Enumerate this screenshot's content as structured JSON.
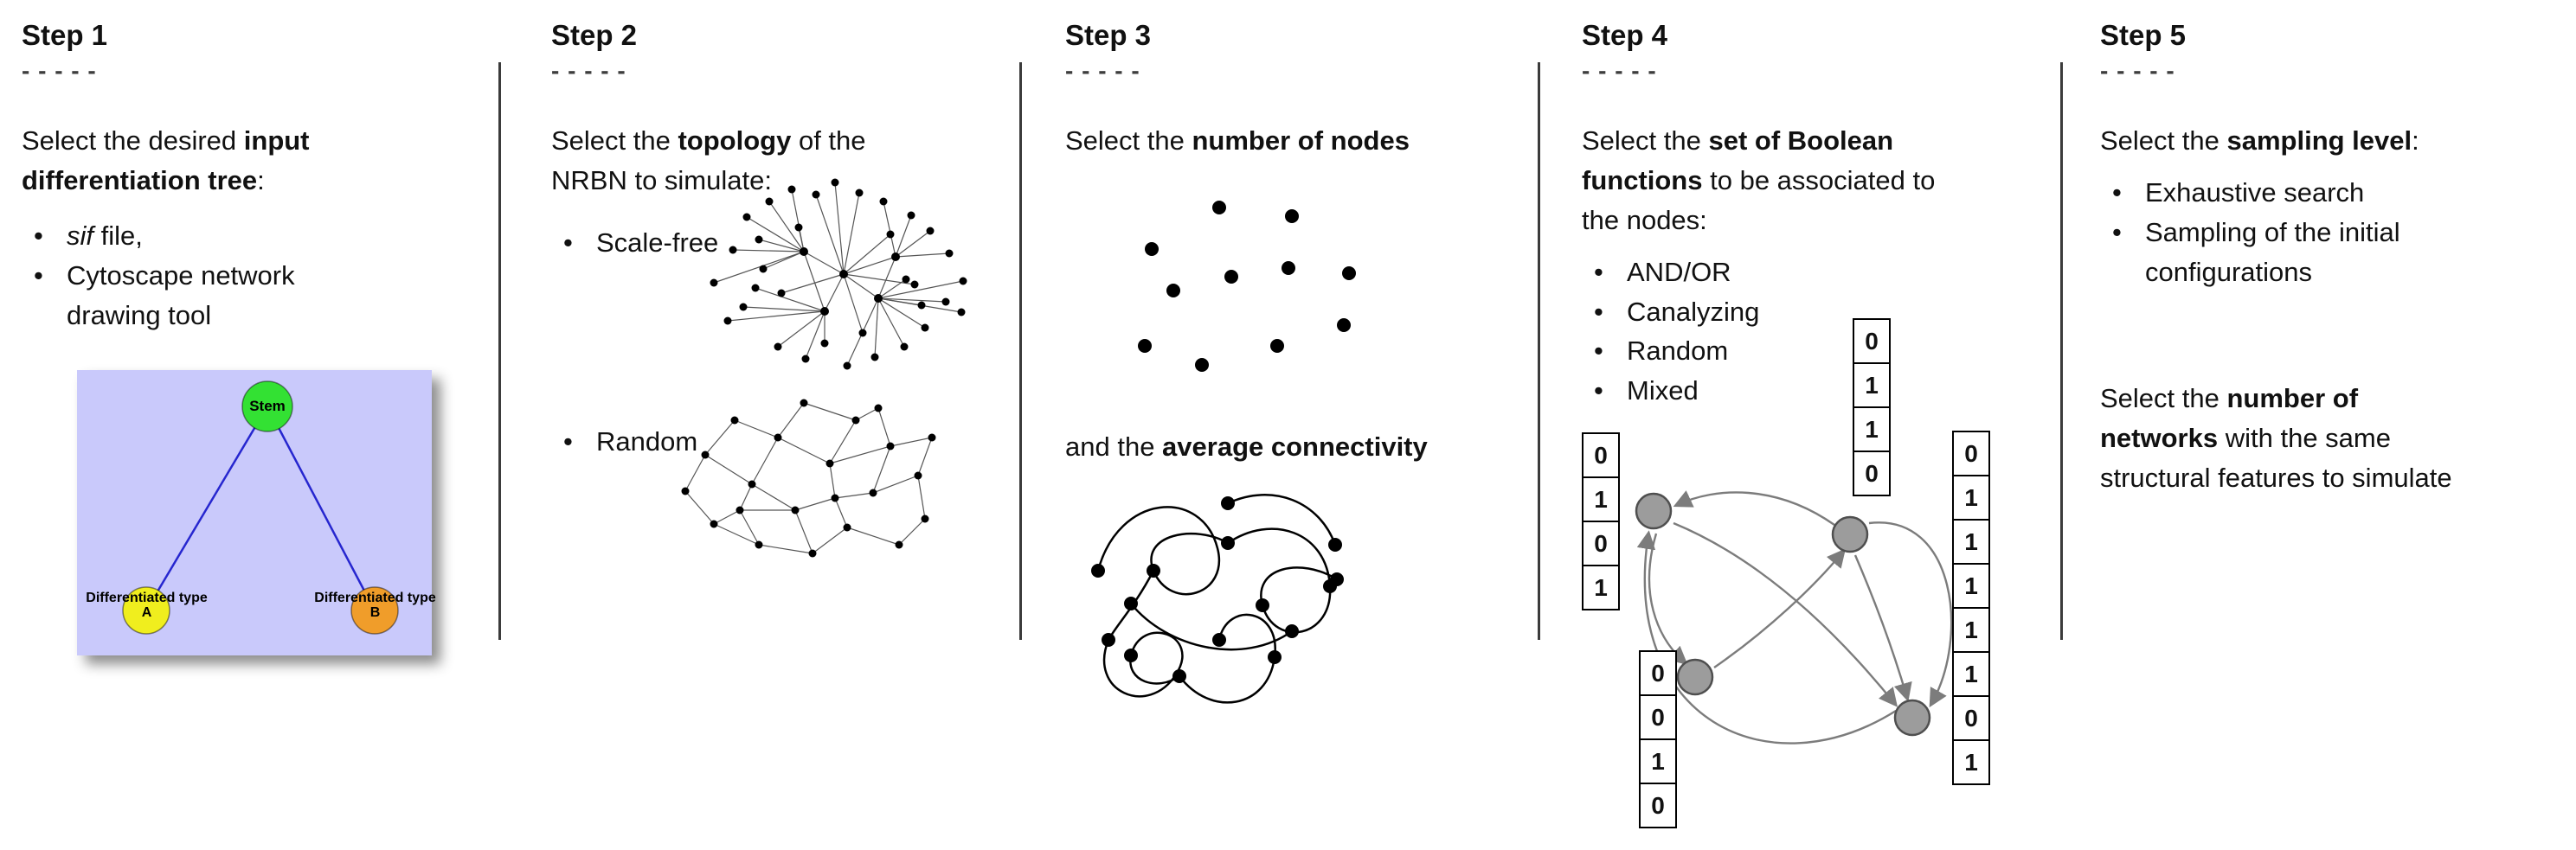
{
  "steps": [
    {
      "title": "Step 1",
      "dashes": "- - - - -",
      "para1": {
        "l1": [
          {
            "text": "Select the desired "
          },
          {
            "text": "input"
          }
        ],
        "l2": [
          {
            "text": "differentiation tree"
          },
          {
            "text": ":"
          }
        ]
      },
      "bullets": [
        {
          "italic": "sif",
          "rest": " file,"
        },
        {
          "text": "Cytoscape network drawing tool"
        }
      ],
      "tree": {
        "stem_label": "Stem",
        "type_a_label": "Differentiated type A",
        "type_b_label": "Differentiated type B",
        "panel_bg": "#c9c9fb",
        "stem_color": "#33e133",
        "type_a_color": "#f0ee1e",
        "type_b_color": "#f09d2a",
        "edge_color": "#2626cf"
      }
    },
    {
      "title": "Step 2",
      "dashes": "- - - - -",
      "para1": {
        "l1": [
          {
            "text": "Select the "
          },
          {
            "text": "topology"
          },
          {
            "text": " of the"
          }
        ],
        "l2": [
          {
            "text": "NRBN to simulate:"
          }
        ]
      },
      "bullets": [
        {
          "text": "Scale-free"
        },
        {
          "text": "Random"
        }
      ]
    },
    {
      "title": "Step 3",
      "dashes": "- - - - -",
      "para1": {
        "l1": [
          {
            "text": "Select the "
          },
          {
            "text": "number of nodes"
          }
        ]
      },
      "para2": {
        "l1": [
          {
            "text": "and the "
          },
          {
            "text": "average connectivity"
          }
        ]
      }
    },
    {
      "title": "Step 4",
      "dashes": "- - - - -",
      "para1": {
        "l1": [
          {
            "text": "Select the "
          },
          {
            "text": "set of Boolean"
          }
        ],
        "l2": [
          {
            "text": "functions"
          },
          {
            "text": " to be associated to"
          }
        ],
        "l3": [
          {
            "text": "the nodes:"
          }
        ]
      },
      "bullets": [
        {
          "text": "AND/OR"
        },
        {
          "text": "Canalyzing"
        },
        {
          "text": "Random"
        },
        {
          "text": "Mixed"
        }
      ],
      "truth_tables": {
        "top": [
          "0",
          "1",
          "1",
          "0"
        ],
        "left": [
          "0",
          "1",
          "0",
          "1"
        ],
        "bottom_left": [
          "0",
          "0",
          "1",
          "0"
        ],
        "right": [
          "0",
          "1",
          "1",
          "1",
          "1",
          "1",
          "0",
          "1"
        ]
      },
      "node_color": "#9c9c9c",
      "arrow_color": "#7c7c7c"
    },
    {
      "title": "Step 5",
      "dashes": "- - - - -",
      "para1": {
        "l1": [
          {
            "text": "Select the "
          },
          {
            "text": "sampling level"
          },
          {
            "text": ":"
          }
        ]
      },
      "bullets": [
        {
          "text": "Exhaustive search"
        },
        {
          "text": "Sampling of the initial configurations"
        }
      ],
      "para2": {
        "l1": [
          {
            "text": "Select the "
          },
          {
            "text": "number of"
          }
        ],
        "l2": [
          {
            "text": "networks"
          },
          {
            "text": " with the same"
          }
        ],
        "l3": [
          {
            "text": "structural features to simulate"
          }
        ]
      }
    }
  ]
}
